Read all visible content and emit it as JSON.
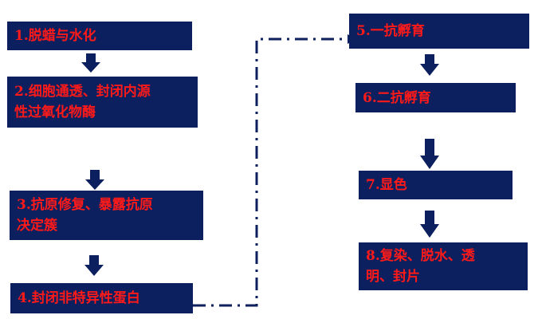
{
  "steps": [
    {
      "id": 1,
      "label": "1.脱蜡与水化"
    },
    {
      "id": 2,
      "label": "2.细胞通透、封闭内源\n性过氧化物酶"
    },
    {
      "id": 3,
      "label": "3.抗原修复、暴露抗原\n决定簇"
    },
    {
      "id": 4,
      "label": "4.封闭非特异性蛋白"
    },
    {
      "id": 5,
      "label": "5.一抗孵育"
    },
    {
      "id": 6,
      "label": "6.二抗孵育"
    },
    {
      "id": 7,
      "label": "7.显色"
    },
    {
      "id": 8,
      "label": "8.复染、脱水、透\n明、封片"
    }
  ],
  "colors": {
    "box_fill": "#0c1f5e",
    "box_text": "#ff1a1a",
    "arrow": "#0c1f5e",
    "connector": "#0c1f5e"
  }
}
